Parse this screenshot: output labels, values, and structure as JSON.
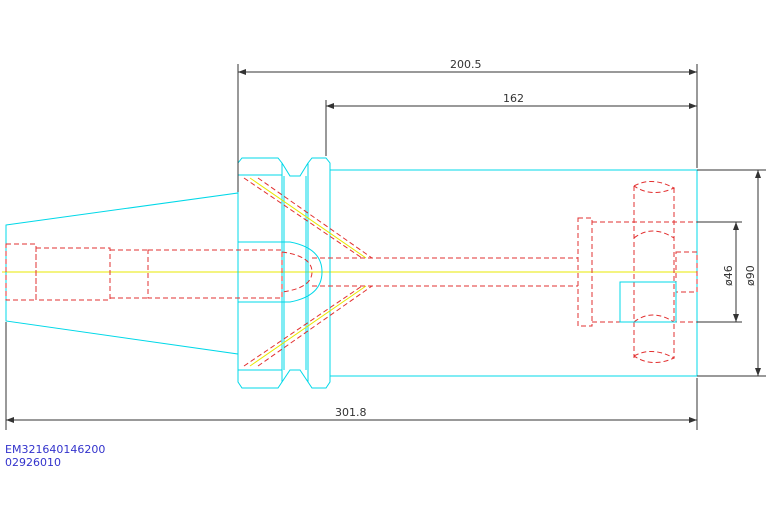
{
  "dimensions": {
    "overall_top": "200.5",
    "inner_top": "162",
    "overall_bottom": "301.8",
    "inner_diameter": "ø46",
    "outer_diameter": "ø90"
  },
  "codes": {
    "part_number": "EM321640146200",
    "order_number": "02926010"
  },
  "colors": {
    "outline": "#00d8e8",
    "hidden": "#e23030",
    "centerline": "#e8e800",
    "dimension": "#333333",
    "code_text": "#3333cc"
  }
}
